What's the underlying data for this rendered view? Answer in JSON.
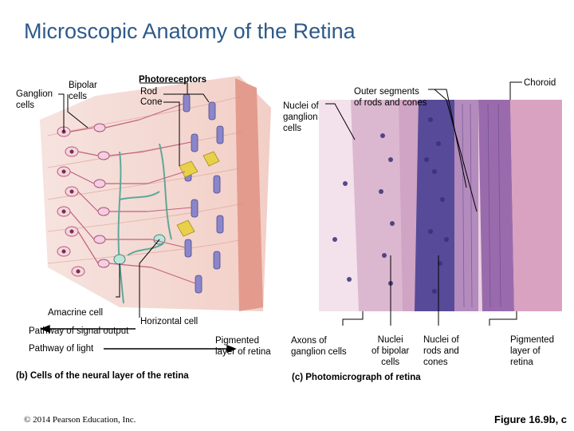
{
  "title": "Microscopic Anatomy of the Retina",
  "diagram_b": {
    "labels": {
      "ganglion": "Ganglion\ncells",
      "bipolar": "Bipolar\ncells",
      "photoreceptors": "Photoreceptors",
      "rod": "Rod",
      "cone": "Cone",
      "amacrine": "Amacrine cell",
      "horizontal": "Horizontal cell",
      "signal_pathway": "Pathway of signal output",
      "light_pathway": "Pathway of light",
      "pigmented": "Pigmented\nlayer of retina"
    },
    "caption": "(b) Cells of the neural layer of the retina"
  },
  "photo_c": {
    "labels": {
      "nuclei_ganglion": "Nuclei of\nganglion\ncells",
      "outer_segments": "Outer segments\nof rods and cones",
      "choroid": "Choroid",
      "axons": "Axons of\nganglion cells",
      "nuclei_bipolar": "Nuclei\nof bipolar\ncells",
      "nuclei_rods_cones": "Nuclei of\nrods and\ncones",
      "pigmented": "Pigmented\nlayer of\nretina"
    },
    "caption": "(c) Photomicrograph of retina"
  },
  "copyright": "© 2014 Pearson Education, Inc.",
  "figure_ref": "Figure 16.9b, c",
  "colors": {
    "title": "#2e5a8a",
    "pigment_layer": "#e8a89c",
    "rod": "#8b86c9",
    "cone": "#e8d04a",
    "bipolar": "#c06a8a",
    "ganglion": "#d86f8a",
    "amacrine": "#5fa89a",
    "tissue_pink": "#d9a2c0",
    "tissue_purple": "#6a5aa0"
  }
}
